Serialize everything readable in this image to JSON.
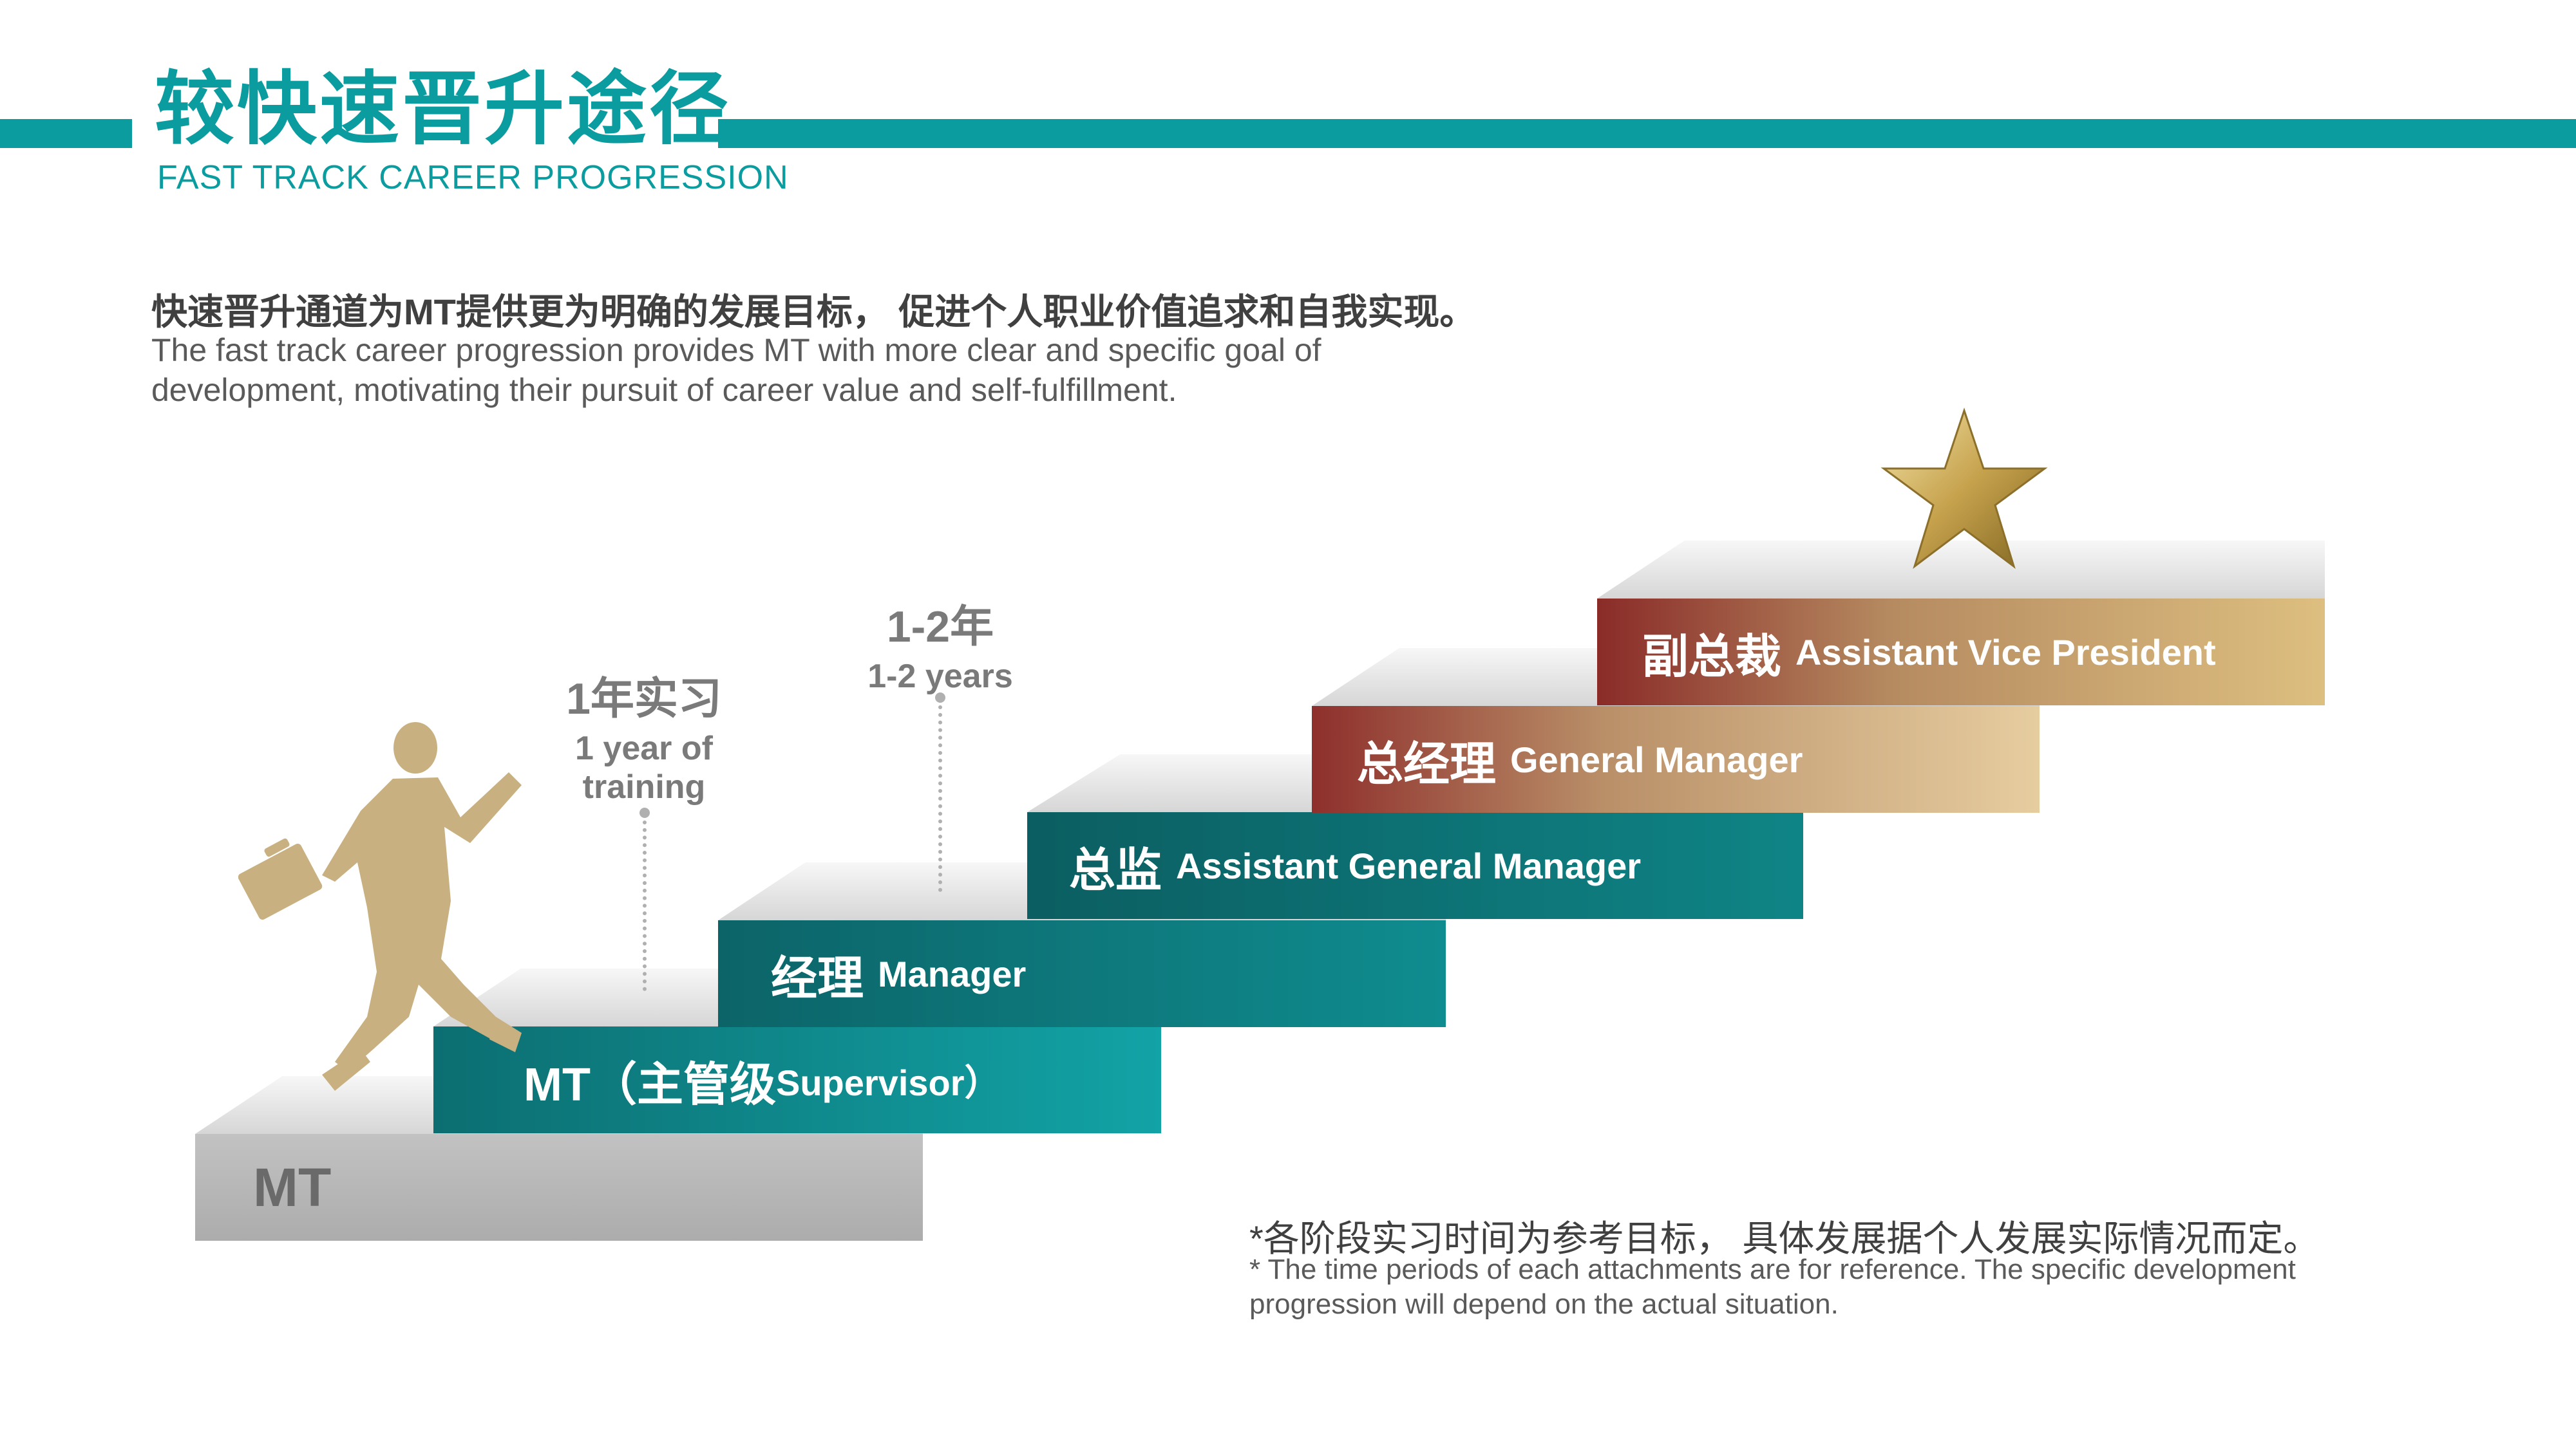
{
  "header": {
    "title": "较快速晋升途径",
    "subtitle": "FAST TRACK CAREER PROGRESSION",
    "accent_color": "#0b9ca0"
  },
  "intro": {
    "cn": "快速晋升通道为MT提供更为明确的发展目标，  促进个人职业价值追求和自我实现。",
    "en_line1": "The fast track career progression provides MT with more clear and specific goal of",
    "en_line2": "development, motivating their pursuit of career value and self-fulfillment."
  },
  "steps": [
    {
      "cn": "MT",
      "en": ""
    },
    {
      "cn": "MT（主管级",
      "en": "Supervisor）"
    },
    {
      "cn": "经理",
      "en": "Manager"
    },
    {
      "cn": "总监",
      "en": "Assistant General Manager"
    },
    {
      "cn": "总经理",
      "en": "General Manager"
    },
    {
      "cn": "副总裁",
      "en": "Assistant Vice President"
    }
  ],
  "markers": [
    {
      "cn": "1年实习",
      "en_line1": "1 year of",
      "en_line2": "training"
    },
    {
      "cn": "1-2年",
      "en_line1": "1-2 years",
      "en_line2": ""
    }
  ],
  "icons": {
    "person": "running-businessman-icon",
    "star": "gold-star-icon"
  },
  "note": {
    "cn": "*各阶段实习时间为参考目标，  具体发展据个人发展实际情况而定。",
    "en_line1": "* The time periods of each attachments are for reference. The specific development",
    "en_line2": "progression will depend on the actual situation."
  }
}
